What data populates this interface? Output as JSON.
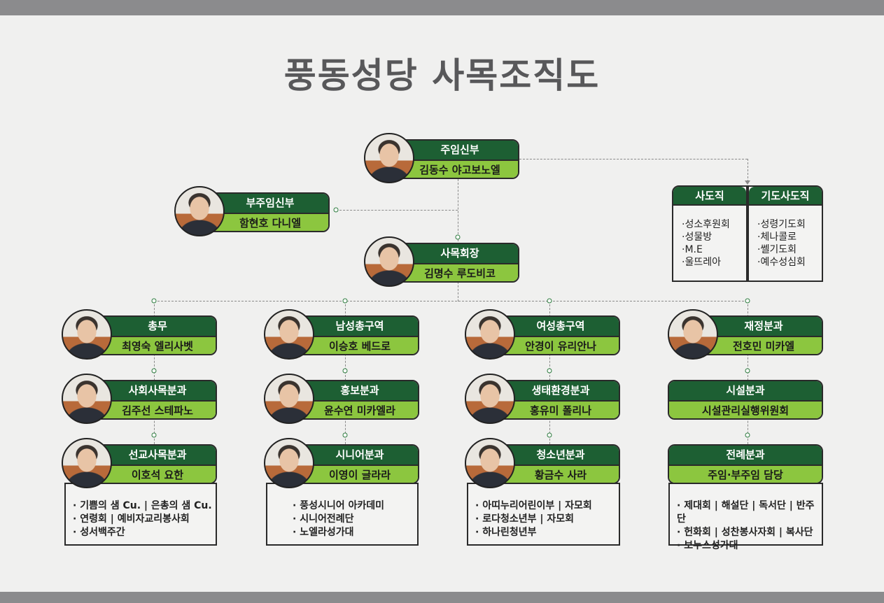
{
  "title": "풍동성당 사목조직도",
  "pastor": {
    "role": "주임신부",
    "name": "김동수 야고보노엘"
  },
  "assistant": {
    "role": "부주임신부",
    "name": "함현호 다니엘"
  },
  "council": {
    "role": "사목회장",
    "name": "김명수 루도비코"
  },
  "side": [
    {
      "header": "사도직",
      "items": [
        "·성소후원회",
        "·성물방",
        "·M.E",
        "·울뜨레아"
      ]
    },
    {
      "header": "기도사도직",
      "items": [
        "·성령기도회",
        "·체나콜로",
        "·쎌기도회",
        "·예수성심회"
      ]
    }
  ],
  "columns": [
    {
      "cards": [
        {
          "role": "총무",
          "name": "최영숙 엘리사벳"
        },
        {
          "role": "사회사목분과",
          "name": "김주선 스테파노"
        },
        {
          "role": "선교사목분과",
          "name": "이호석 요한"
        }
      ],
      "details": [
        "· 기쁨의 샘 Cu. | 은총의 샘 Cu.",
        "· 연령회 | 예비자교리봉사회",
        "· 성서백주간"
      ]
    },
    {
      "cards": [
        {
          "role": "남성총구역",
          "name": "이승호 베드로"
        },
        {
          "role": "홍보분과",
          "name": "윤수연 미카엘라"
        },
        {
          "role": "시니어분과",
          "name": "이영이 글라라"
        }
      ],
      "details": [
        "· 풍성시니어 아카데미",
        "· 시니어전례단",
        "· 노엘라성가대"
      ]
    },
    {
      "cards": [
        {
          "role": "여성총구역",
          "name": "안경이 유리안나"
        },
        {
          "role": "생태환경분과",
          "name": "홍유미 폴리나"
        },
        {
          "role": "청소년분과",
          "name": "황금수 사라"
        }
      ],
      "details": [
        "· 아띠누리어린이부 | 자모회",
        "· 로다청소년부 | 자모회",
        "· 하나린청년부"
      ]
    },
    {
      "cards": [
        {
          "role": "재정분과",
          "name": "전호민 미카엘"
        },
        {
          "role": "시설분과",
          "name": "시설관리실행위원회"
        },
        {
          "role": "전례분과",
          "name": "주임·부주임 담당"
        }
      ],
      "details": [
        "· 제대회 | 해설단 | 독서단 | 반주단",
        "· 헌화회 | 성찬봉사자회 | 복사단",
        "· 보누스성가대"
      ]
    }
  ]
}
